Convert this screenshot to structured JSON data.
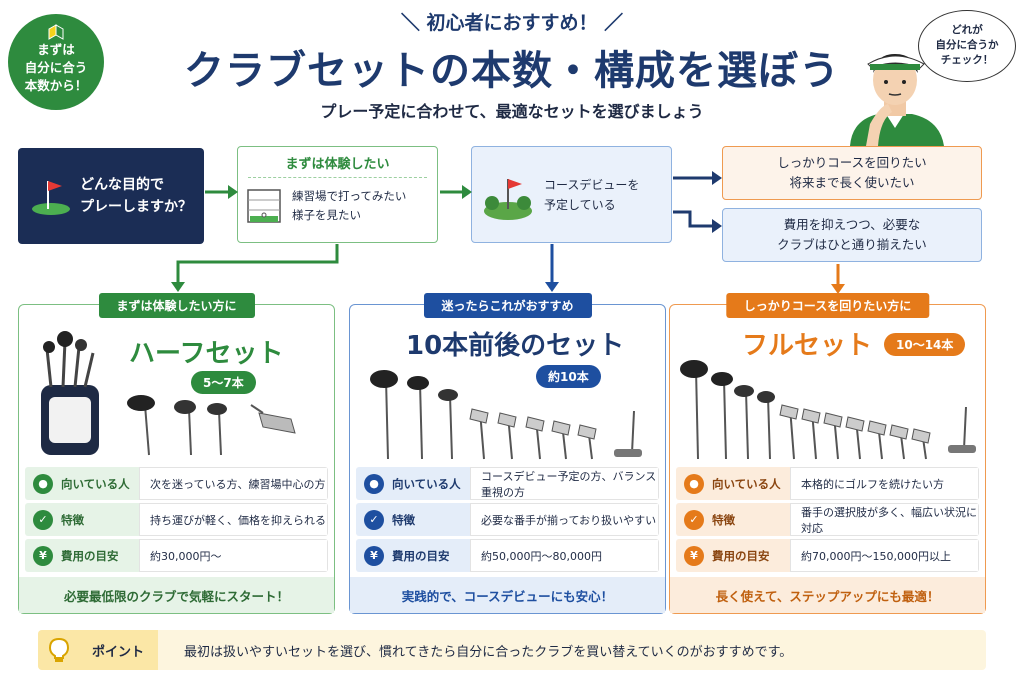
{
  "badge": {
    "line1": "まずは",
    "line2": "自分に合う",
    "line3": "本数から！"
  },
  "header": {
    "kicker": "＼ 初心者におすすめ！ ／",
    "title": "クラブセットの本数・構成を選ぼう",
    "subtitle": "プレー予定に合わせて、最適なセットを選びましょう"
  },
  "bubble": {
    "line1": "どれが",
    "line2": "自分に合うか",
    "line3": "チェック！"
  },
  "flow": {
    "question": {
      "line1": "どんな目的で",
      "line2": "プレーしますか？"
    },
    "try": {
      "heading": "まずは体験したい",
      "line1": "練習場で打ってみたい",
      "line2": "様子を見たい"
    },
    "debut": {
      "line1": "コースデビューを",
      "line2": "予定している"
    },
    "full1": {
      "line1": "しっかりコースを回りたい",
      "line2": "将来まで長く使いたい"
    },
    "full2": {
      "line1": "費用を抑えつつ、必要な",
      "line2": "クラブはひと通り揃えたい"
    }
  },
  "cards": [
    {
      "tag": "まずは体験したい方に",
      "title": "ハーフセット",
      "count": "5〜7本",
      "rows": [
        {
          "label": "向いている人",
          "value": "次を迷っている方、練習場中心の方"
        },
        {
          "label": "特徴",
          "value": "持ち運びが軽く、価格を抑えられる"
        },
        {
          "label": "費用の目安",
          "value": "約30,000円〜"
        }
      ],
      "footer": "必要最低限のクラブで気軽にスタート！"
    },
    {
      "tag": "迷ったらこれがおすすめ",
      "title": "10本前後のセット",
      "count": "約10本",
      "rows": [
        {
          "label": "向いている人",
          "value": "コースデビュー予定の方、バランス重視の方"
        },
        {
          "label": "特徴",
          "value": "必要な番手が揃っており扱いやすい"
        },
        {
          "label": "費用の目安",
          "value": "約50,000円〜80,000円"
        }
      ],
      "footer": "実践的で、コースデビューにも安心！"
    },
    {
      "tag": "しっかりコースを回りたい方に",
      "title": "フルセット",
      "count": "10〜14本",
      "rows": [
        {
          "label": "向いている人",
          "value": "本格的にゴルフを続けたい方"
        },
        {
          "label": "特徴",
          "value": "番手の選択肢が多く、幅広い状況に対応"
        },
        {
          "label": "費用の目安",
          "value": "約70,000円〜150,000円以上"
        }
      ],
      "footer": "長く使えて、ステップアップにも最適！"
    }
  ],
  "point": {
    "label": "ポイント",
    "text": "最初は扱いやすいセットを選び、慣れてきたら自分に合ったクラブを買い替えていくのがおすすめです。"
  },
  "icons": [
    "beginner-leaf-icon",
    "flag-icon",
    "driving-range-icon",
    "course-flag-icon",
    "person-icon",
    "check-icon",
    "yen-icon",
    "lightbulb-icon"
  ],
  "colors": {
    "green": "#2e8b3e",
    "navy": "#1b2d55",
    "blue": "#1e4fa0",
    "orange": "#e57a1a"
  }
}
